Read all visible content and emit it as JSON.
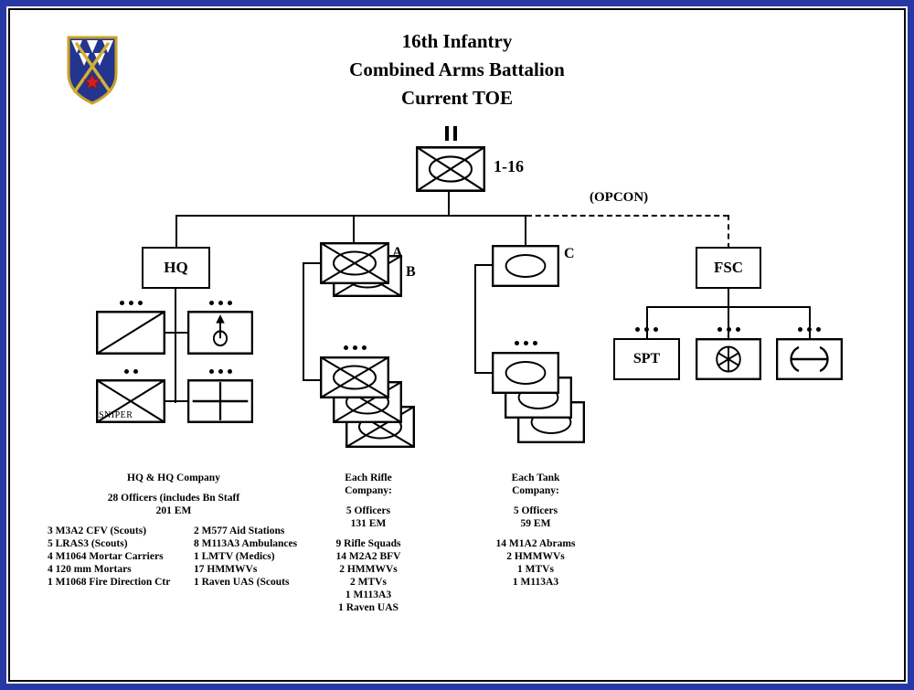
{
  "meta": {
    "frame_blue": "#2737a3",
    "line_color": "#000000"
  },
  "title": {
    "lines": [
      "16th Infantry",
      "Combined Arms Battalion",
      "Current TOE"
    ]
  },
  "battalion": {
    "echelon_mark": "||",
    "label": "1-16",
    "opcon": "(OPCON)"
  },
  "units": {
    "hq_company": {
      "label": "HQ"
    },
    "rifle_companies": {
      "front_letter": "A",
      "back_letter": "B"
    },
    "tank_company": {
      "letter": "C"
    },
    "fsc": {
      "label": "FSC"
    },
    "fsc_support": {
      "label": "SPT"
    },
    "sniper_label": "SNIPER"
  },
  "icons": [
    "regimental-crest",
    "mechanized-infantry-symbol",
    "armor-symbol",
    "recon-symbol",
    "infantry-symbol",
    "mortar-symbol",
    "medical-symbol",
    "distribution-symbol",
    "maintenance-symbol"
  ],
  "notes": {
    "hq": {
      "heading": "HQ & HQ Company",
      "staff": [
        "28 Officers (includes Bn Staff",
        "201 EM"
      ],
      "equipment_left": [
        "3 M3A2 CFV (Scouts)",
        "5 LRAS3 (Scouts)",
        "4 M1064 Mortar Carriers",
        "4 120 mm Mortars",
        "1 M1068 Fire Direction Ctr"
      ],
      "equipment_right": [
        "2 M577 Aid Stations",
        "8 M113A3 Ambulances",
        "1 LMTV (Medics)",
        "17 HMMWVs",
        "1 Raven UAS (Scouts"
      ]
    },
    "rifle": {
      "heading": "Each Rifle Company:",
      "staff": [
        "5 Officers",
        "131 EM"
      ],
      "equipment": [
        "9 Rifle Squads",
        "14 M2A2 BFV",
        "2 HMMWVs",
        "2 MTVs",
        "1 M113A3",
        "1 Raven UAS"
      ]
    },
    "tank": {
      "heading": "Each Tank Company:",
      "staff": [
        "5 Officers",
        "59 EM"
      ],
      "equipment": [
        "14 M1A2 Abrams",
        "2 HMMWVs",
        "1 MTVs",
        "1 M113A3"
      ]
    }
  }
}
